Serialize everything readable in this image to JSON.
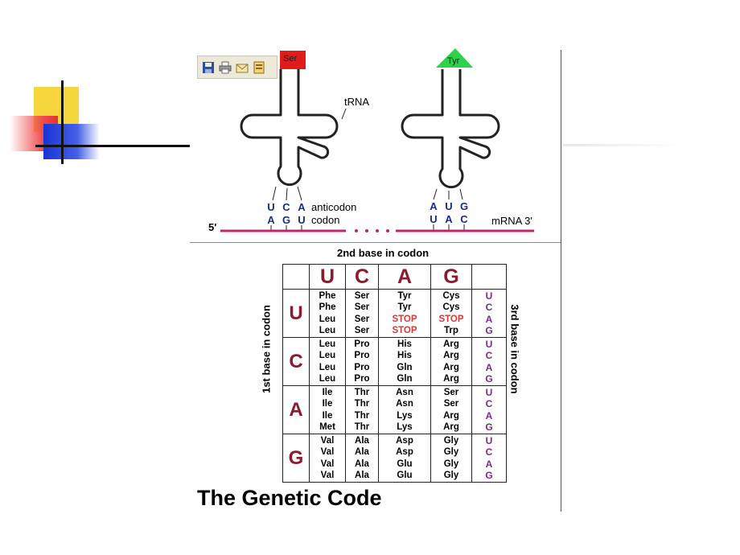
{
  "diagram": {
    "trna_label": "tRNA",
    "amino_left": "Ser",
    "amino_right": "Tyr",
    "left_anticodon": [
      "U",
      "C",
      "A"
    ],
    "left_codon": [
      "A",
      "G",
      "U"
    ],
    "right_anticodon": [
      "A",
      "U",
      "G"
    ],
    "right_codon": [
      "U",
      "A",
      "C"
    ],
    "anticodon_label": "anticodon",
    "codon_label": "codon",
    "five_prime": "5'",
    "mrna_label": "mRNA 3'",
    "colors": {
      "ser_box": "#e01b1b",
      "tyr_triangle": "#2bd24a",
      "mrna": "#c2236a",
      "base_letters": "#1a2a8a"
    }
  },
  "toolbar": {
    "icons": [
      "save-icon",
      "print-icon",
      "email-icon",
      "pdf-icon"
    ]
  },
  "code_table": {
    "second_label": "2nd base in codon",
    "first_label": "1st base in codon",
    "third_label": "3rd base in codon",
    "second_bases": [
      "U",
      "C",
      "A",
      "G"
    ],
    "rows": [
      {
        "first": "U",
        "third": [
          "U",
          "C",
          "A",
          "G"
        ],
        "cells": [
          [
            "Phe",
            "Phe",
            "Leu",
            "Leu"
          ],
          [
            "Ser",
            "Ser",
            "Ser",
            "Ser"
          ],
          [
            "Tyr",
            "Tyr",
            "STOP",
            "STOP"
          ],
          [
            "Cys",
            "Cys",
            "STOP",
            "Trp"
          ]
        ]
      },
      {
        "first": "C",
        "third": [
          "U",
          "C",
          "A",
          "G"
        ],
        "cells": [
          [
            "Leu",
            "Leu",
            "Leu",
            "Leu"
          ],
          [
            "Pro",
            "Pro",
            "Pro",
            "Pro"
          ],
          [
            "His",
            "His",
            "Gln",
            "Gln"
          ],
          [
            "Arg",
            "Arg",
            "Arg",
            "Arg"
          ]
        ]
      },
      {
        "first": "A",
        "third": [
          "U",
          "C",
          "A",
          "G"
        ],
        "cells": [
          [
            "Ile",
            "Ile",
            "Ile",
            "Met"
          ],
          [
            "Thr",
            "Thr",
            "Thr",
            "Thr"
          ],
          [
            "Asn",
            "Asn",
            "Lys",
            "Lys"
          ],
          [
            "Ser",
            "Ser",
            "Arg",
            "Arg"
          ]
        ]
      },
      {
        "first": "G",
        "third": [
          "U",
          "C",
          "A",
          "G"
        ],
        "cells": [
          [
            "Val",
            "Val",
            "Val",
            "Val"
          ],
          [
            "Ala",
            "Ala",
            "Ala",
            "Ala"
          ],
          [
            "Asp",
            "Asp",
            "Glu",
            "Glu"
          ],
          [
            "Gly",
            "Gly",
            "Gly",
            "Gly"
          ]
        ]
      }
    ]
  },
  "title": "The Genetic Code"
}
